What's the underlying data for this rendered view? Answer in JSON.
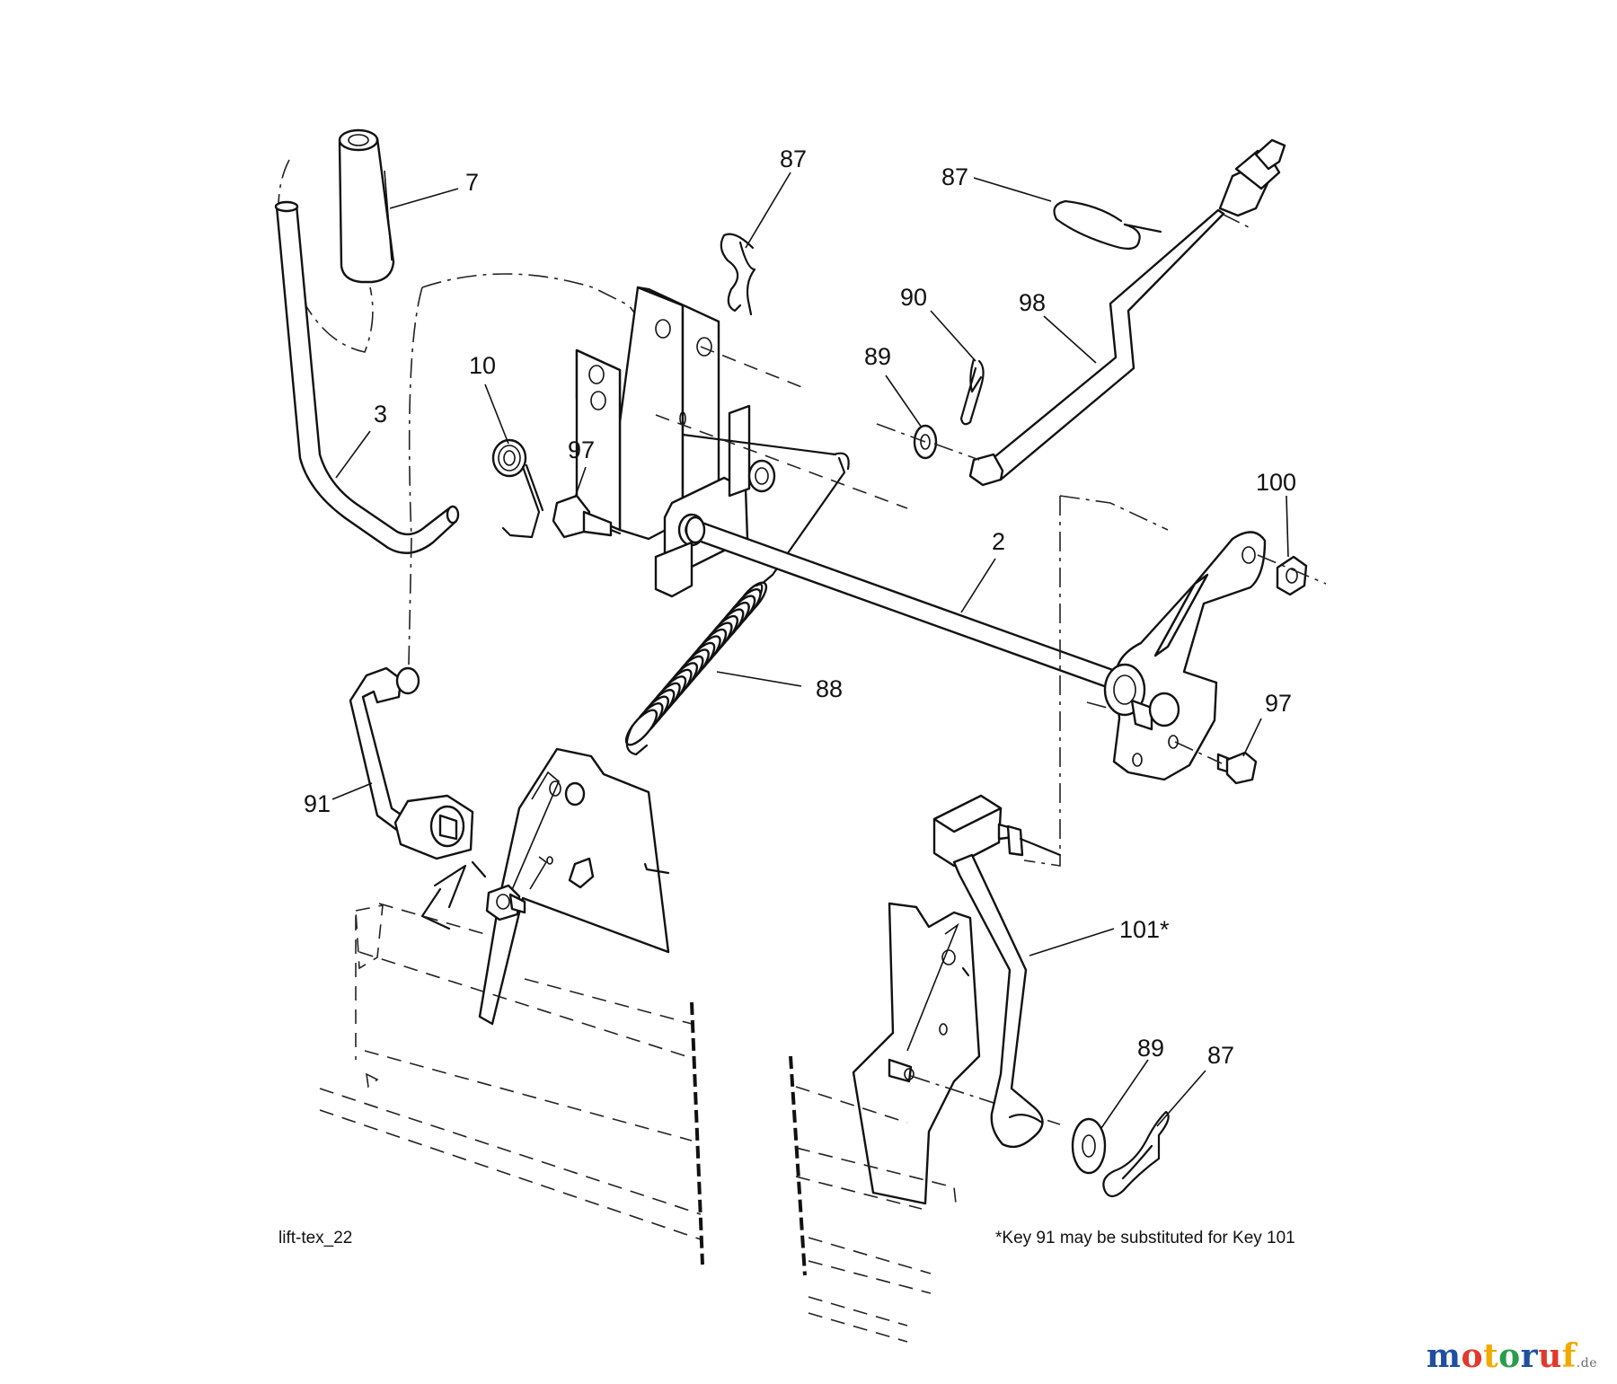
{
  "diagram_id": "lift-tex_22",
  "footnote": "*Key 91 may be substituted for Key 101",
  "callouts": [
    "7",
    "87",
    "87",
    "90",
    "98",
    "89",
    "10",
    "3",
    "97",
    "2",
    "100",
    "88",
    "97",
    "91",
    "101*",
    "89",
    "87"
  ],
  "watermark": {
    "brand": "motoruf",
    "suffix": ".de",
    "colors": [
      "#1f4fa0",
      "#e03a2c",
      "#f2a900",
      "#2a9d4b"
    ]
  }
}
